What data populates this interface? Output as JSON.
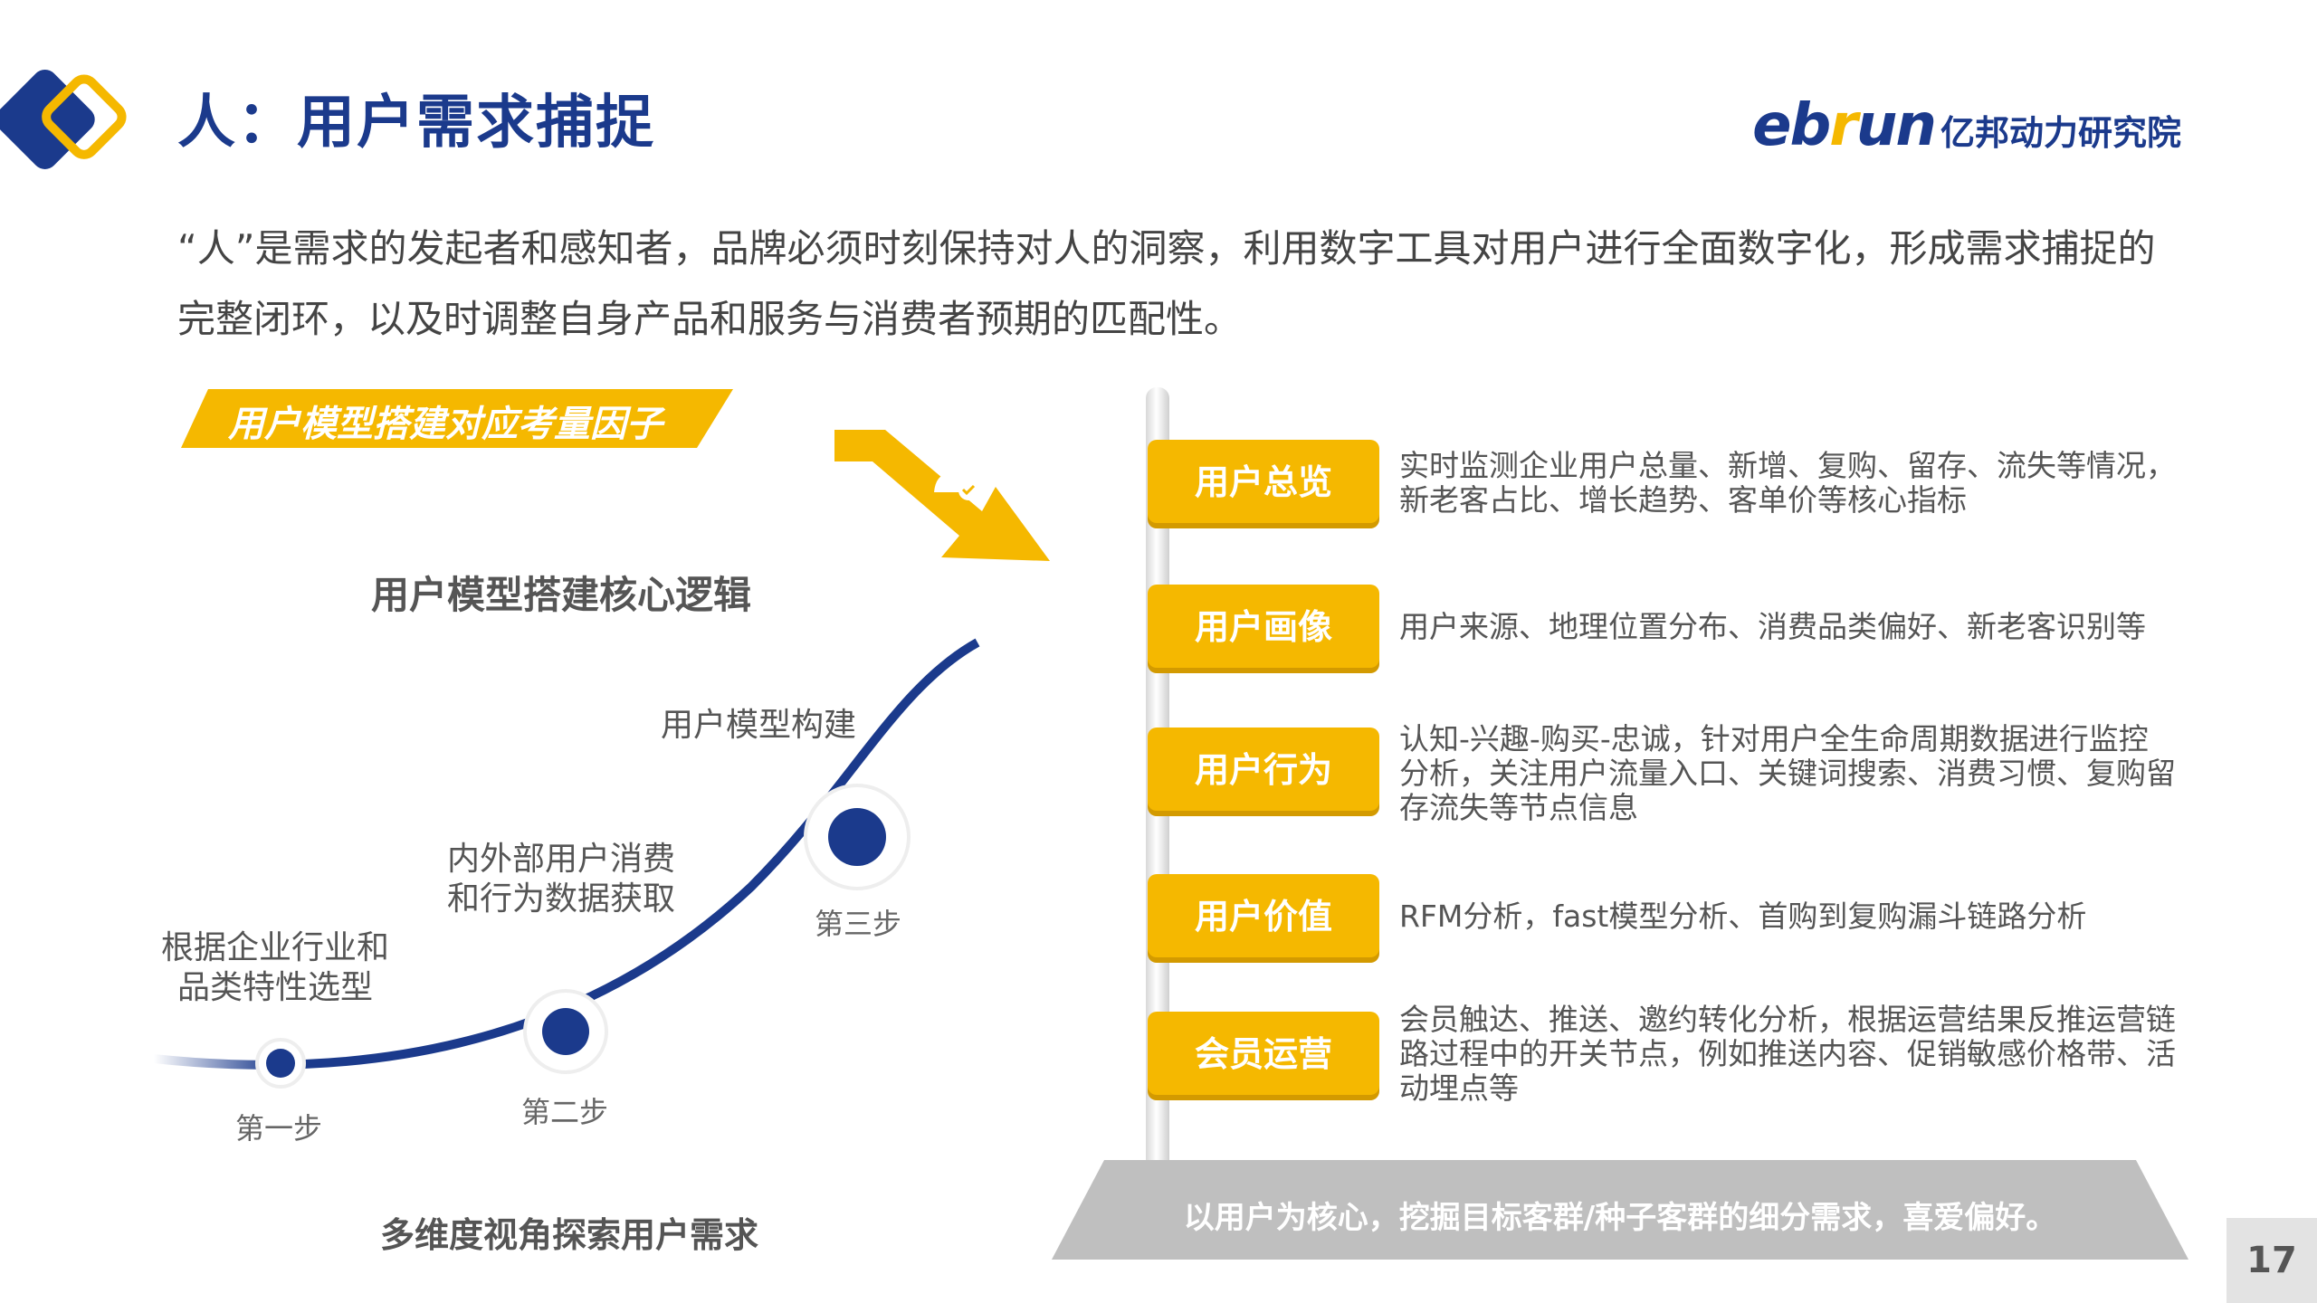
{
  "header": {
    "title": "人：用户需求捕捉",
    "brand_en_1": "eb",
    "brand_en_2": "r",
    "brand_en_3": "un",
    "brand_cn": "亿邦动力研究院"
  },
  "intro": "“人”是需求的发起者和感知者，品牌必须时刻保持对人的洞察，利用数字工具对用户进行全面数字化，形成需求捕捉的完整闭环，以及时调整自身产品和服务与消费者预期的匹配性。",
  "left": {
    "banner": "用户模型搭建对应考量因子",
    "logic_title": "用户模型搭建核心逻辑",
    "labels": [
      "用户模型构建",
      "内外部用户消费",
      "和行为数据获取",
      "根据企业行业和",
      "品类特性选型"
    ],
    "steps": [
      "第一步",
      "第二步",
      "第三步"
    ],
    "footer": "多维度视角探索用户需求"
  },
  "right": {
    "items": [
      {
        "tag": "用户总览",
        "desc": "实时监测企业用户总量、新增、复购、留存、流失等情况，新老客占比、增长趋势、客单价等核心指标"
      },
      {
        "tag": "用户画像",
        "desc": "用户来源、地理位置分布、消费品类偏好、新老客识别等"
      },
      {
        "tag": "用户行为",
        "desc": "认知-兴趣-购买-忠诚，针对用户全生命周期数据进行监控分析，关注用户流量入口、关键词搜索、消费习惯、复购留存流失等节点信息"
      },
      {
        "tag": "用户价值",
        "desc": "RFM分析，fast模型分析、首购到复购漏斗链路分析"
      },
      {
        "tag": "会员运营",
        "desc": "会员触达、推送、邀约转化分析，根据运营结果反推运营链路过程中的开关节点，例如推送内容、促销敏感价格带、活动埋点等"
      }
    ],
    "base": "以用户为核心，挖掘目标客群/种子客群的细分需求，喜爱偏好。"
  },
  "page_number": "17",
  "colors": {
    "navy": "#1b3a8c",
    "yellow": "#f5b800",
    "gray": "#bfbfbf"
  }
}
